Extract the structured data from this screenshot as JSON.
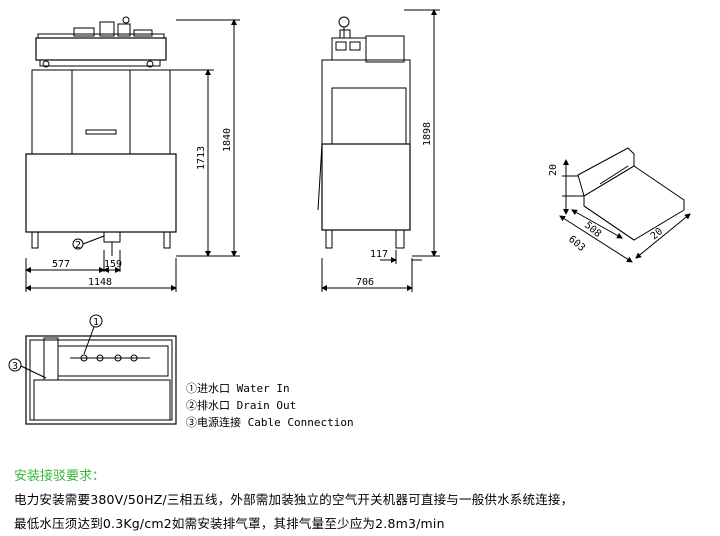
{
  "dimensions": {
    "front_height_inner": "1713",
    "front_height_total": "1840",
    "side_height_total": "1898",
    "front_width_total": "1148",
    "front_offset_a": "577",
    "front_offset_b": "159",
    "side_width": "706",
    "side_offset": "117",
    "tray_height": "20",
    "tray_width_a": "508",
    "tray_width_b": "603",
    "tray_edge": "20"
  },
  "markers": {
    "m1": "1",
    "m2": "2",
    "m3": "3"
  },
  "legend": [
    "①进水口 Water In",
    "②排水口 Drain Out",
    "③电源连接 Cable Connection"
  ],
  "requirements": {
    "title": "安装接驳要求：",
    "line1": "电力安装需要380V/50HZ/三相五线，外部需加装独立的空气开关机器可直接与一般供水系统连接，",
    "line2": "最低水压须达到0.3Kg/cm2如需安装排气罩，其排气量至少应为2.8m3/min"
  },
  "colors": {
    "line": "#000000",
    "title_accent": "#3cb43c"
  }
}
